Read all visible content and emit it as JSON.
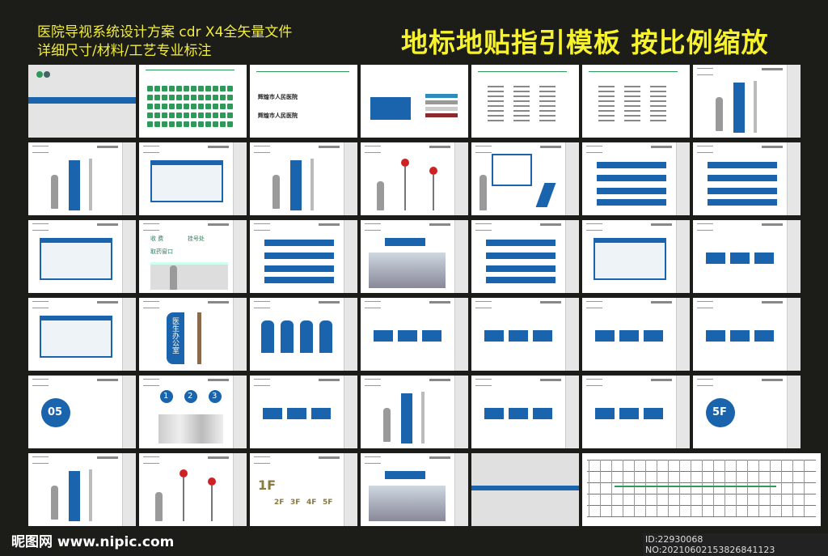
{
  "header": {
    "line1": "医院导视系统设计方案 cdr X4全矢量文件",
    "line2": "详细尺寸/材料/工艺专业标注",
    "slogan": "地标地贴指引模板  按比例缩放"
  },
  "footer": {
    "site": "昵图网 www.nipic.com",
    "id": "ID:22930068 NO:20210602153826841123"
  },
  "colors": {
    "accent": "#f2ee3a",
    "brand_blue": "#1a64ad",
    "brand_green": "#2e9a5a",
    "background": "#1c1c18"
  },
  "cards": [
    {
      "kind": "cover"
    },
    {
      "kind": "icons"
    },
    {
      "kind": "title",
      "texts": [
        "辉煌市人民医院",
        "辉煌市人民医院"
      ]
    },
    {
      "kind": "swatches"
    },
    {
      "kind": "list"
    },
    {
      "kind": "list"
    },
    {
      "kind": "pylon"
    },
    {
      "kind": "pylon"
    },
    {
      "kind": "board"
    },
    {
      "kind": "pylon"
    },
    {
      "kind": "poles"
    },
    {
      "kind": "directory"
    },
    {
      "kind": "bars"
    },
    {
      "kind": "bars"
    },
    {
      "kind": "board"
    },
    {
      "kind": "counter",
      "texts": [
        "收 费",
        "挂号处",
        "取药窗口"
      ]
    },
    {
      "kind": "bars"
    },
    {
      "kind": "photo"
    },
    {
      "kind": "bars"
    },
    {
      "kind": "board"
    },
    {
      "kind": "tiles"
    },
    {
      "kind": "board"
    },
    {
      "kind": "vertical",
      "texts": [
        "医生办公室"
      ]
    },
    {
      "kind": "verticals"
    },
    {
      "kind": "tiles"
    },
    {
      "kind": "tiles"
    },
    {
      "kind": "tiles"
    },
    {
      "kind": "tiles"
    },
    {
      "kind": "circle",
      "texts": [
        "05"
      ]
    },
    {
      "kind": "numbers",
      "texts": [
        "1",
        "2",
        "3"
      ]
    },
    {
      "kind": "tiles"
    },
    {
      "kind": "pylon"
    },
    {
      "kind": "tiles"
    },
    {
      "kind": "tiles"
    },
    {
      "kind": "circle",
      "texts": [
        "5F"
      ]
    },
    {
      "kind": "pylon"
    },
    {
      "kind": "poles"
    },
    {
      "kind": "floors",
      "texts": [
        "1F",
        "2F",
        "3F",
        "4F",
        "5F"
      ]
    },
    {
      "kind": "photo"
    },
    {
      "kind": "band"
    },
    {
      "kind": "plan"
    }
  ]
}
